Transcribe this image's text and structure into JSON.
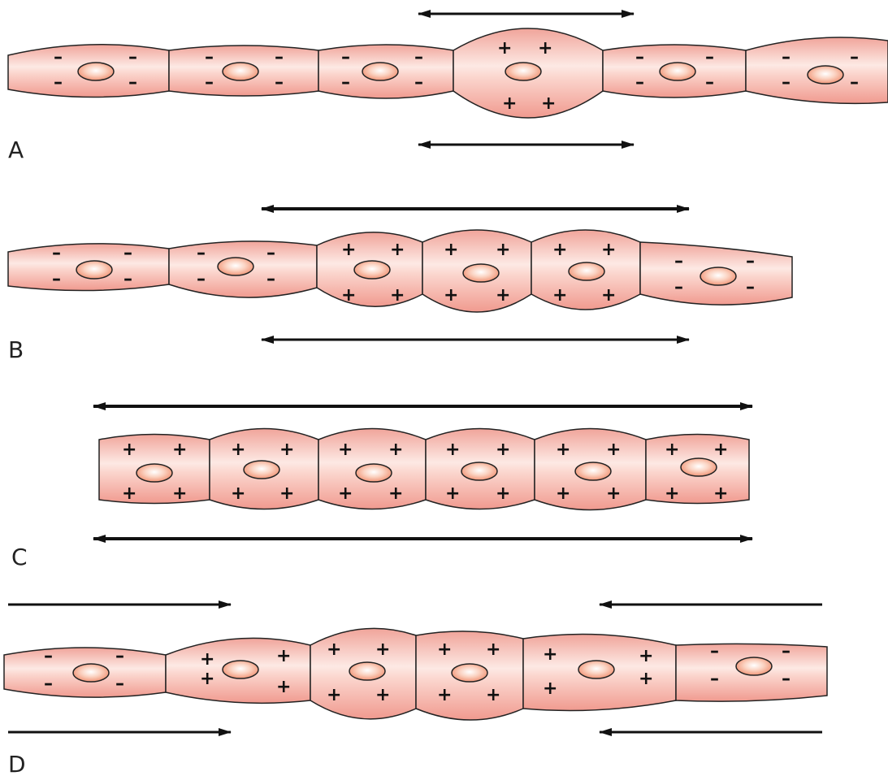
{
  "colors": {
    "cell_edge": "#f0a49a",
    "cell_mid": "#fde9e4",
    "cell_stroke": "#222222",
    "nucleus_edge": "#e25d2c",
    "nucleus_center": "#ffffff",
    "arrow": "#111111"
  },
  "panels": [
    {
      "label": "A",
      "cells": [
        {
          "charge": "-"
        },
        {
          "charge": "-"
        },
        {
          "charge": "-"
        },
        {
          "charge": "+"
        },
        {
          "charge": "-"
        },
        {
          "charge": "-"
        }
      ],
      "arrows": "outward"
    },
    {
      "label": "B",
      "cells": [
        {
          "charge": "-"
        },
        {
          "charge": "-"
        },
        {
          "charge": "+"
        },
        {
          "charge": "+"
        },
        {
          "charge": "+"
        },
        {
          "charge": "-"
        }
      ],
      "arrows": "outward"
    },
    {
      "label": "C",
      "cells": [
        {
          "charge": "+"
        },
        {
          "charge": "+"
        },
        {
          "charge": "+"
        },
        {
          "charge": "+"
        },
        {
          "charge": "+"
        },
        {
          "charge": "+"
        }
      ],
      "arrows": "outward"
    },
    {
      "label": "D",
      "cells": [
        {
          "charge": "-"
        },
        {
          "charge": "+"
        },
        {
          "charge": "+"
        },
        {
          "charge": "+"
        },
        {
          "charge": "+"
        },
        {
          "charge": "-"
        }
      ],
      "arrows": "inward"
    }
  ]
}
